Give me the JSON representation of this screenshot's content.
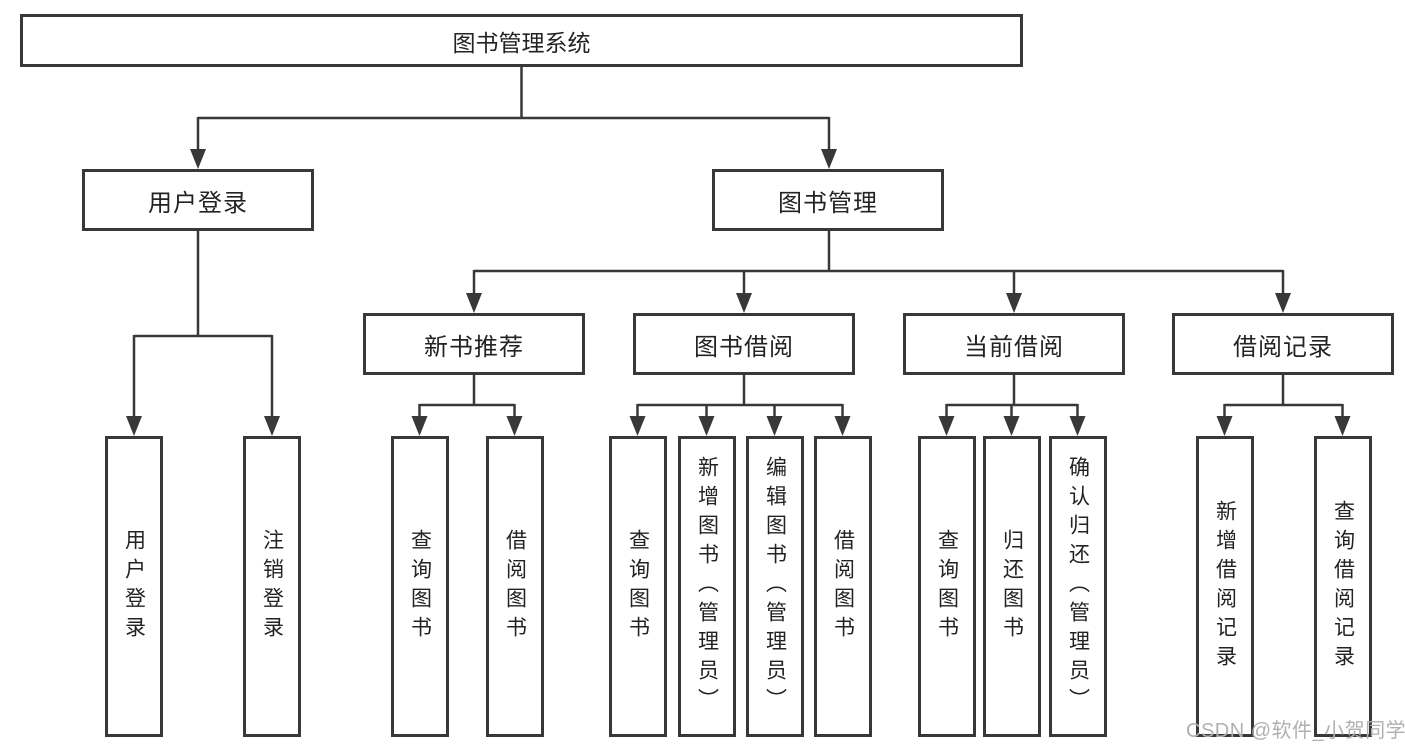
{
  "root": {
    "label": "图书管理系统"
  },
  "level2": [
    {
      "label": "用户登录"
    },
    {
      "label": "图书管理"
    }
  ],
  "level3": [
    {
      "label": "新书推荐"
    },
    {
      "label": "图书借阅"
    },
    {
      "label": "当前借阅"
    },
    {
      "label": "借阅记录"
    }
  ],
  "leaves": [
    {
      "label": "用户登录"
    },
    {
      "label": "注销登录"
    },
    {
      "label": "查询图书"
    },
    {
      "label": "借阅图书"
    },
    {
      "label": "查询图书"
    },
    {
      "label": "新增图书（管理员）"
    },
    {
      "label": "编辑图书（管理员）"
    },
    {
      "label": "借阅图书"
    },
    {
      "label": "查询图书"
    },
    {
      "label": "归还图书"
    },
    {
      "label": "确认归还（管理员）"
    },
    {
      "label": "新增借阅记录"
    },
    {
      "label": "查询借阅记录"
    }
  ],
  "watermark": {
    "text": "CSDN @软件_小贺同学"
  },
  "colors": {
    "line": "#383838",
    "border": "#383838",
    "text": "#232323",
    "watermark": "#b0b0b0",
    "background": "#ffffff"
  }
}
